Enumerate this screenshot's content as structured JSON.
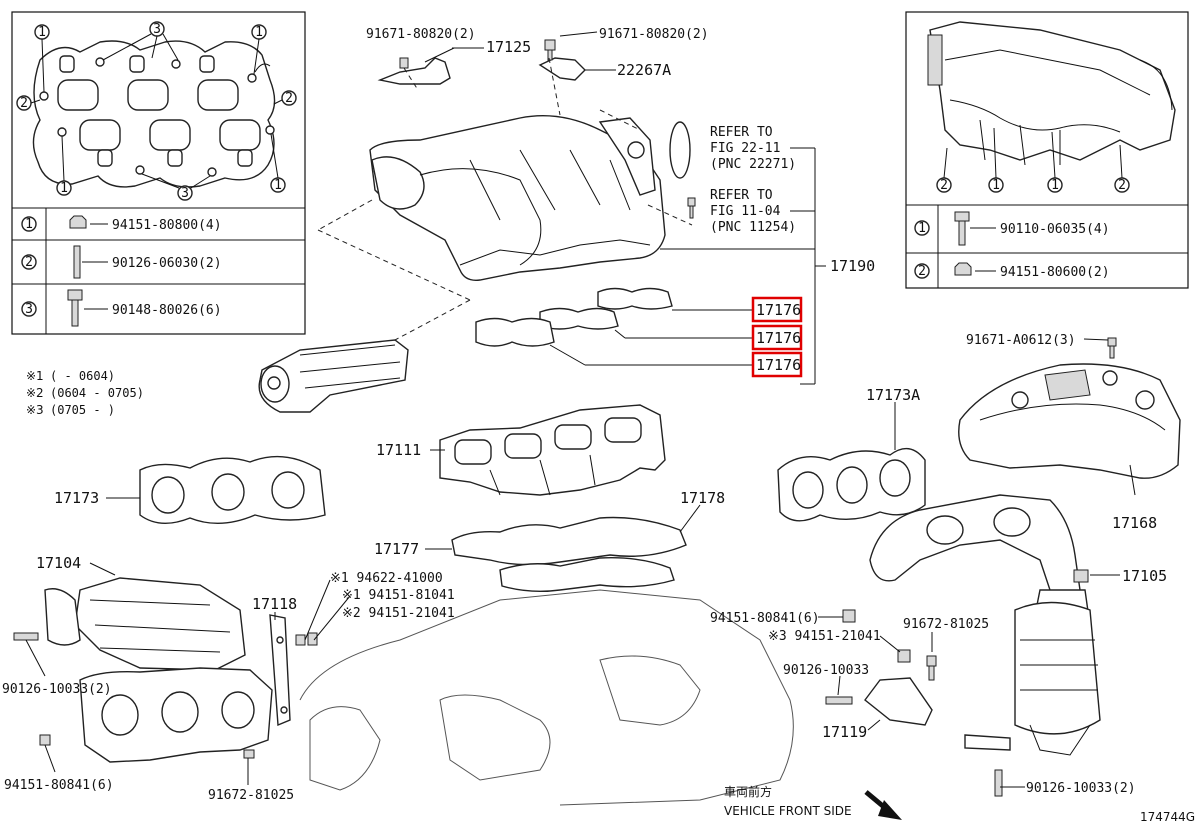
{
  "diagram": {
    "figure_code": "174744G",
    "direction": {
      "cn": "車両前方",
      "en": "VEHICLE FRONT SIDE"
    },
    "legend_left": {
      "rows": [
        {
          "num": "1",
          "part": "94151-80800(4)"
        },
        {
          "num": "2",
          "part": "90126-06030(2)"
        },
        {
          "num": "3",
          "part": "90148-80026(6)"
        }
      ]
    },
    "legend_right": {
      "rows": [
        {
          "num": "1",
          "part": "90110-06035(4)"
        },
        {
          "num": "2",
          "part": "94151-80600(2)"
        }
      ]
    },
    "notes": [
      {
        "mark": "※1",
        "range": "(      - 0604)"
      },
      {
        "mark": "※2",
        "range": "(0604 - 0705)"
      },
      {
        "mark": "※3",
        "range": "(0705 -      )"
      }
    ],
    "callouts": {
      "c1": "91671-80820(2)",
      "c2": "17125",
      "c3": "91671-80820(2)",
      "c4": "22267A",
      "c5": "17190",
      "c6": "17176",
      "c7": "17176",
      "c8": "17176",
      "c9": "91671-A0612(3)",
      "c10": "17173A",
      "c11": "17111",
      "c12": "17173",
      "c13": "17178",
      "c14": "17177",
      "c15": "17168",
      "c16": "17104",
      "c17": "※1 94622-41000",
      "c18": "17118",
      "c19": "※1 94151-81041",
      "c20": "※2 94151-21041",
      "c21": "17105",
      "c22": "94151-80841(6)",
      "c23": "※3 94151-21041",
      "c24": "91672-81025",
      "c25": "90126-10033",
      "c26": "90126-10033(2)",
      "c27": "17119",
      "c28": "94151-80841(6)",
      "c29": "91672-81025",
      "c30": "90126-10033(2)"
    },
    "refer1": {
      "l1": "REFER TO",
      "l2": "FIG 22-11",
      "l3": "(PNC 22271)"
    },
    "refer2": {
      "l1": "REFER TO",
      "l2": "FIG 11-04",
      "l3": "(PNC 11254)"
    },
    "circle_nums": {
      "one": "1",
      "two": "2",
      "three": "3"
    },
    "highlight_color": "#e00000"
  }
}
